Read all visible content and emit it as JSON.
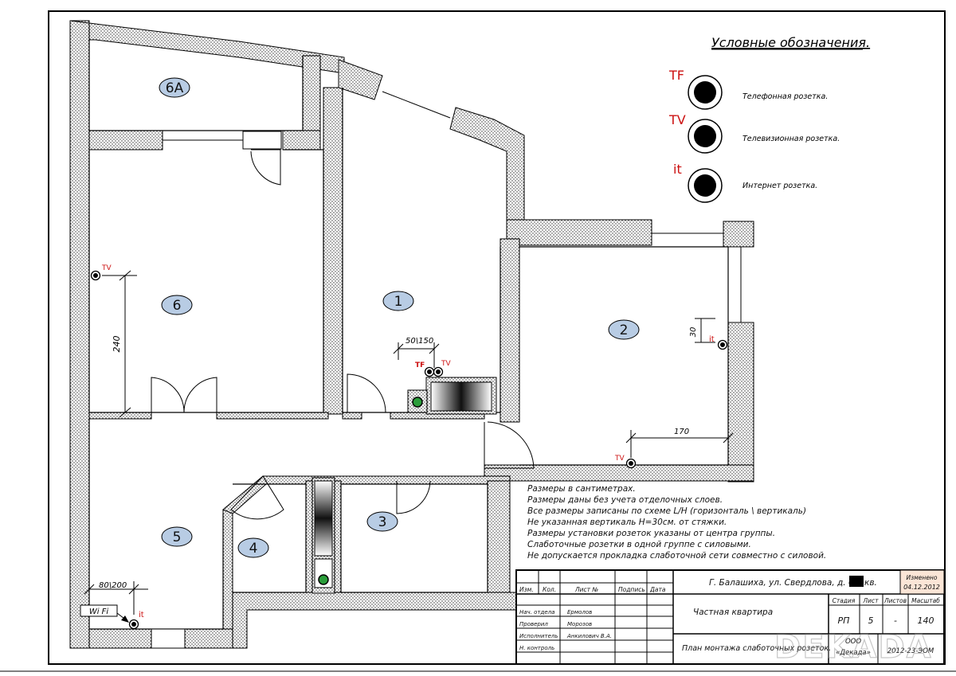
{
  "legend": {
    "title": "Условные обозначения.",
    "items": [
      {
        "code": "TF",
        "label": "Телефонная розетка."
      },
      {
        "code": "TV",
        "label": "Телевизионная розетка."
      },
      {
        "code": "it",
        "label": "Интернет розетка."
      }
    ]
  },
  "rooms": [
    {
      "label": "6А"
    },
    {
      "label": "1"
    },
    {
      "label": "2"
    },
    {
      "label": "6"
    },
    {
      "label": "5"
    },
    {
      "label": "4"
    },
    {
      "label": "3"
    }
  ],
  "outlets": {
    "tv": "TV",
    "tf": "TF",
    "it": "it"
  },
  "dimensions": {
    "d240": "240",
    "d50_150": "50\\150",
    "d30": "30",
    "d170": "170",
    "d80_200": "80\\200",
    "wifi": "Wi Fi"
  },
  "notes": [
    "Размеры в сантиметрах.",
    "Размеры даны без учета отделочных слоев.",
    "Все размеры записаны по схеме L/H (горизонталь \\ вертикаль)",
    "Не указанная вертикаль H=30см. от стяжки.",
    "Размеры установки розеток указаны от центра группы.",
    "Слаботочные розетки в одной группе с силовыми.",
    "Не допускается прокладка слаботочной сети совместно с силовой."
  ],
  "title_block": {
    "address": "Г. Балашиха, ул. Свердлова, д. 65, кв.",
    "changed_label": "Изменено",
    "changed_date": "04.12.2012",
    "header_cols": [
      "Изм.",
      "Кол.",
      "Лист №",
      "Подпись",
      "Дата"
    ],
    "roles": [
      {
        "role": "Нач. отдела",
        "name": "Ермолов"
      },
      {
        "role": "Проверил",
        "name": "Морозов"
      },
      {
        "role": "Исполнитель",
        "name": "Анкилович В.А."
      },
      {
        "role": "Н. контроль",
        "name": ""
      }
    ],
    "project": "Частная квартира",
    "sheet_title": "План монтажа слаботочных розеток.",
    "stage_hdr": "Стадия",
    "sheet_hdr": "Лист",
    "sheets_hdr": "Листов",
    "scale_hdr": "Масштаб",
    "stage": "РП",
    "sheet": "5",
    "sheets": "-",
    "scale": "140",
    "company_line1": "ООО",
    "company_line2": "«Декада»",
    "doc_code": "2012-23-ЭОМ",
    "watermark": "DEKADA"
  }
}
